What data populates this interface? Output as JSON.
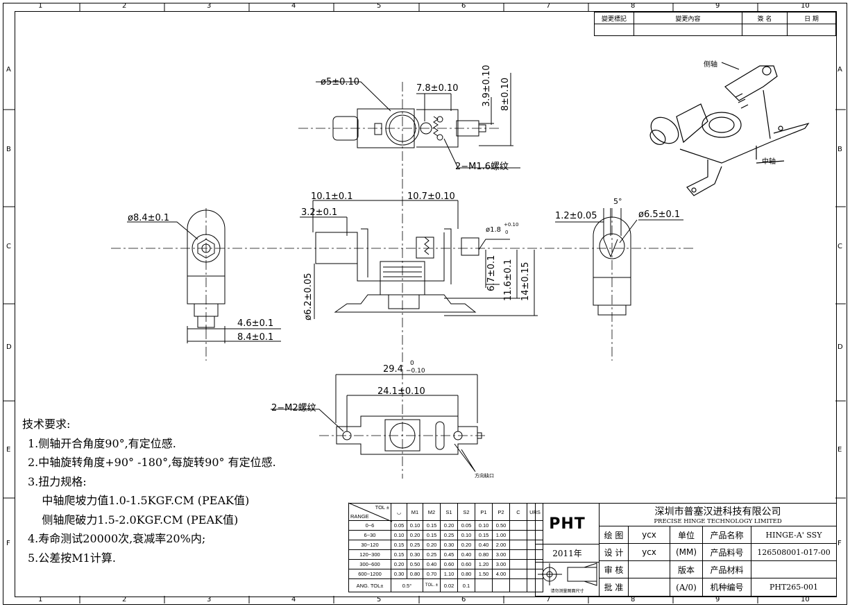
{
  "grid": {
    "cols": [
      "1",
      "2",
      "3",
      "4",
      "5",
      "6",
      "7",
      "8",
      "9",
      "10"
    ],
    "rows": [
      "A",
      "B",
      "C",
      "D",
      "E",
      "F"
    ]
  },
  "revision": {
    "mark": "變更標記",
    "content": "變更內容",
    "sign": "簽 名",
    "date": "日 期"
  },
  "dims": {
    "d5": "ø5±0.10",
    "d78": "7.8±0.10",
    "d39": "3.9±0.10",
    "d8": "8±0.10",
    "m16": "2−M1.6螺纹",
    "d101": "10.1±0.1",
    "d107": "10.7±0.10",
    "d32": "3.2±0.1",
    "d18": "ø1.8",
    "d18tol_up": "+0.10",
    "d18tol_dn": "0",
    "d84": "ø8.4±0.1",
    "d62": "ø6.2±0.05",
    "d67": "6.7±0.1",
    "d116": "11.6±0.1",
    "d14": "14±0.15",
    "d46": "4.6±0.1",
    "d84b": "8.4±0.1",
    "d12": "1.2±0.05",
    "d5deg": "5°",
    "d65": "ø6.5±0.1",
    "d294": "29.4",
    "d294up": "0",
    "d294dn": "−0.10",
    "d241": "24.1±0.10",
    "m2": "2−M2螺纹",
    "dirnotch": "方向缺口",
    "side_axis": "侧轴",
    "mid_axis": "中轴"
  },
  "notes": {
    "heading": "技术要求:",
    "items": [
      "1.侧轴开合角度90°,有定位感.",
      "2.中轴旋转角度+90° -180°,每旋转90° 有定位感.",
      "3.扭力规格:",
      "    中轴爬坡力值1.0-1.5KGF.CM (PEAK值)",
      "    侧轴爬破力1.5-2.0KGF.CM (PEAK值)",
      "4.寿命测试20000次,衰减率20%内;",
      "5.公差按M1计算."
    ]
  },
  "tolerance": {
    "corner_top": "TOL ±",
    "corner_bottom": "RANGE",
    "headers": [
      "◡",
      "M1",
      "M2",
      "S1",
      "S2",
      "P1",
      "P2",
      "C",
      "URS"
    ],
    "rows": [
      [
        "0~6",
        "0.05",
        "0.10",
        "0.15",
        "0.20",
        "0.05",
        "0.10",
        "0.50",
        ""
      ],
      [
        "6~30",
        "0.10",
        "0.20",
        "0.15",
        "0.25",
        "0.10",
        "0.15",
        "1.00",
        ""
      ],
      [
        "30~120",
        "0.15",
        "0.25",
        "0.20",
        "0.30",
        "0.20",
        "0.40",
        "2.00",
        ""
      ],
      [
        "120~300",
        "0.15",
        "0.30",
        "0.25",
        "0.45",
        "0.40",
        "0.80",
        "3.00",
        ""
      ],
      [
        "300~600",
        "0.20",
        "0.50",
        "0.40",
        "0.60",
        "0.60",
        "1.20",
        "3.00",
        ""
      ],
      [
        "600~1200",
        "0.30",
        "0.80",
        "0.70",
        "1.10",
        "0.80",
        "1.50",
        "4.00",
        ""
      ]
    ],
    "ang": "ANG. TOL±",
    "ang_val": "0.5°",
    "tol_lbl": "TOL. ±",
    "tol_a": "0.02",
    "tol_b": "0.1"
  },
  "title_block": {
    "logo": "PHT",
    "company_cn": "深圳市普塞汉进科技有限公司",
    "company_en": "PRECISE HINGE TECHNOLOGY LIMITED",
    "year": "2011年",
    "proj_note": "请勿测量图面尺寸",
    "draw_lbl": "绘 图",
    "draw_val": "ycx",
    "design_lbl": "设 计",
    "design_val": "ycx",
    "check_lbl": "审 核",
    "approve_lbl": "批 准",
    "unit_lbl": "单位",
    "unit_val": "(MM)",
    "ver_lbl": "版本",
    "ver_val": "(A/0)",
    "pname_lbl": "产品名称",
    "pname_val": "HINGE-A' SSY",
    "pno_lbl": "产品料号",
    "pno_val": "126508001-017-00",
    "mat_lbl": "产品材料",
    "mat_val": "",
    "mno_lbl": "机种编号",
    "mno_val": "PHT265-001"
  }
}
